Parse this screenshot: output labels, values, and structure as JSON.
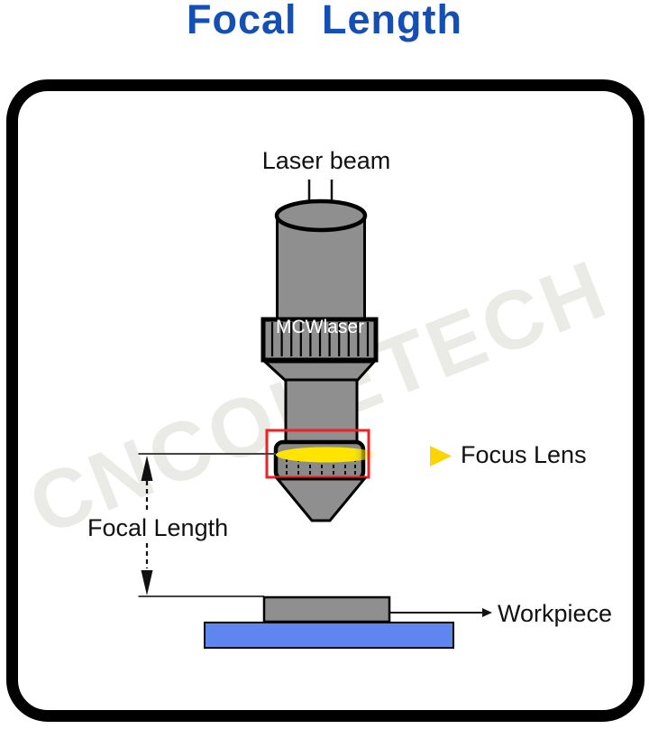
{
  "title": "Focal Length",
  "diagram": {
    "labels": {
      "laser_beam": "Laser beam",
      "brand": "MCWlaser",
      "focus_lens": "Focus Lens",
      "focal_length": "Focal Length",
      "workpiece": "Workpiece"
    },
    "watermark": "CNCOLETECH",
    "colors": {
      "title_blue": "#1450b4",
      "head_gray": "#8f8f8f",
      "lens_yellow": "#ffe400",
      "pointer_yellow": "#fcd400",
      "highlight_red": "#ee2222",
      "bed_blue": "#5e86ee",
      "watermark_gray": "#eaeae7"
    }
  }
}
